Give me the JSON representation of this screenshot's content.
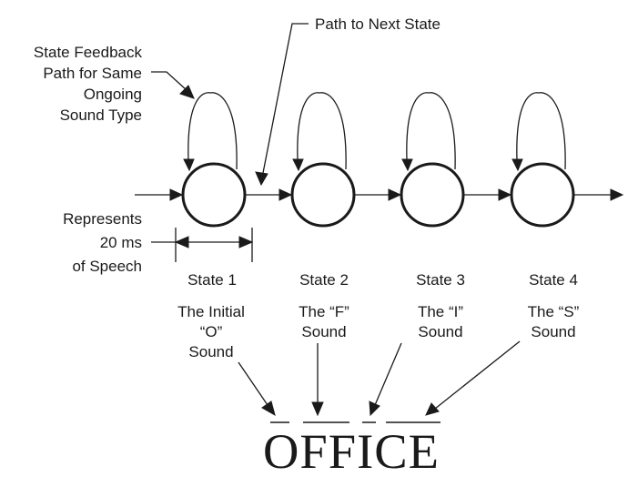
{
  "annotations": {
    "feedback_path": [
      "State Feedback",
      "Path for Same",
      "Ongoing",
      "Sound Type"
    ],
    "next_state_path": "Path to Next State",
    "duration": [
      "Represents",
      "20 ms",
      "of Speech"
    ]
  },
  "states": [
    {
      "label": "State 1",
      "sound": [
        "The Initial",
        "“O”",
        "Sound"
      ]
    },
    {
      "label": "State 2",
      "sound": [
        "The “F”",
        "Sound"
      ]
    },
    {
      "label": "State 3",
      "sound": [
        "The “I”",
        "Sound"
      ]
    },
    {
      "label": "State 4",
      "sound": [
        "The “S”",
        "Sound"
      ]
    }
  ],
  "word": "OFFICE"
}
